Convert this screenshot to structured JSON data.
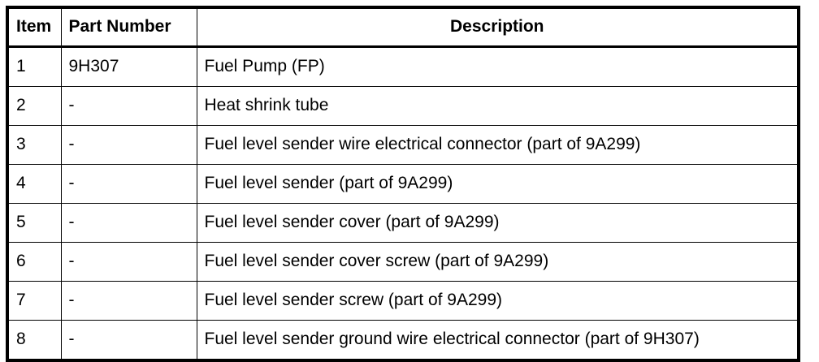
{
  "table": {
    "columns": [
      {
        "key": "item",
        "label": "Item",
        "align": "left"
      },
      {
        "key": "part_number",
        "label": "Part Number",
        "align": "left"
      },
      {
        "key": "description",
        "label": "Description",
        "align": "center"
      }
    ],
    "rows": [
      {
        "item": "1",
        "part_number": "9H307",
        "description": "Fuel Pump (FP)"
      },
      {
        "item": "2",
        "part_number": "-",
        "description": "Heat shrink tube"
      },
      {
        "item": "3",
        "part_number": "-",
        "description": "Fuel level sender wire electrical connector (part of 9A299)"
      },
      {
        "item": "4",
        "part_number": "-",
        "description": "Fuel level sender (part of 9A299)"
      },
      {
        "item": "5",
        "part_number": "-",
        "description": "Fuel level sender cover (part of 9A299)"
      },
      {
        "item": "6",
        "part_number": "-",
        "description": "Fuel level sender cover screw (part of 9A299)"
      },
      {
        "item": "7",
        "part_number": "-",
        "description": "Fuel level sender screw (part of 9A299)"
      },
      {
        "item": "8",
        "part_number": "-",
        "description": "Fuel level sender ground wire electrical connector (part of 9H307)"
      }
    ]
  },
  "colors": {
    "border": "#000000",
    "text": "#000000",
    "background": "#ffffff"
  }
}
